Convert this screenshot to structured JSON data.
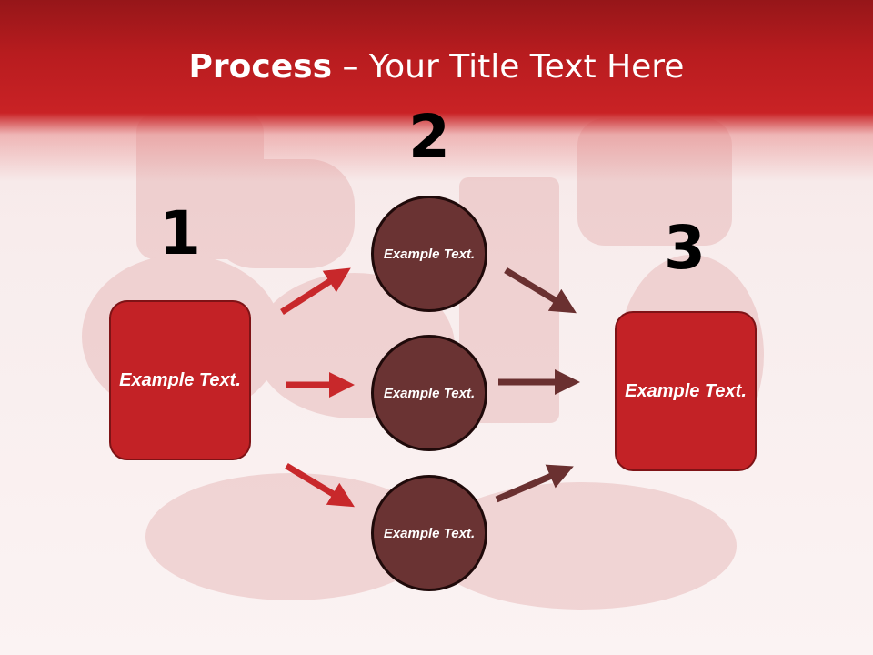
{
  "title": {
    "bold": "Process",
    "dash": " – ",
    "rest": "Your Title Text Here"
  },
  "steps": [
    {
      "number": "1",
      "text": "Example Text."
    },
    {
      "number": "2",
      "texts": [
        "Example Text.",
        "Example Text.",
        "Example Text."
      ]
    },
    {
      "number": "3",
      "text": "Example Text."
    }
  ],
  "colors": {
    "header": "#c92225",
    "box": "#c32226",
    "circle": "#6a3333",
    "arrow_left": "#c8282b",
    "arrow_right": "#6a3030"
  }
}
